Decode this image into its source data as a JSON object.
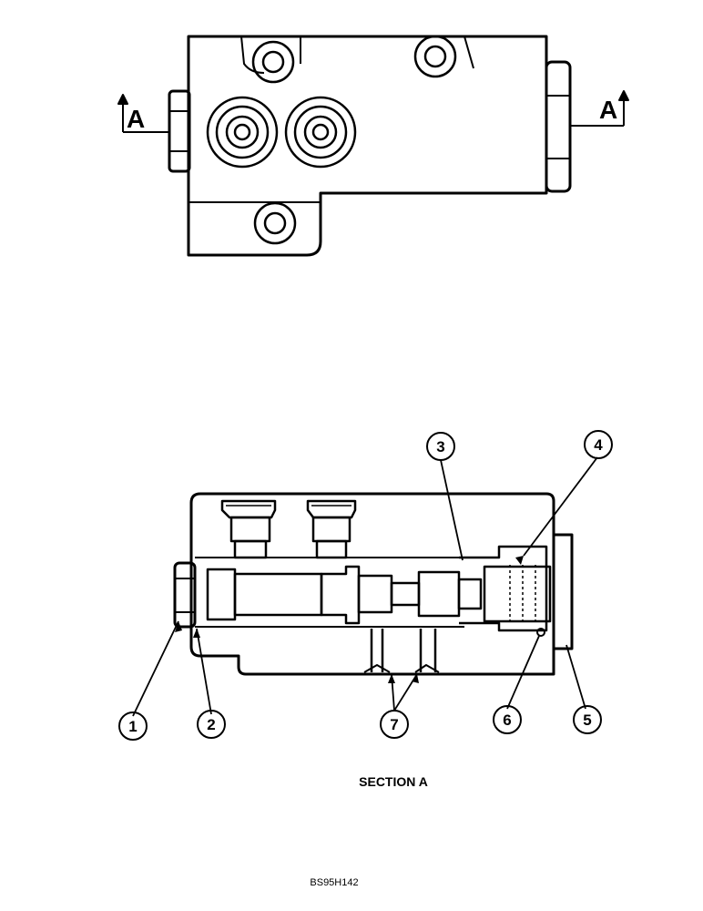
{
  "top_view": {
    "section_mark_left": "A",
    "section_mark_right": "A"
  },
  "callouts": [
    "1",
    "2",
    "3",
    "4",
    "5",
    "6",
    "7"
  ],
  "section_caption": "SECTION A",
  "figure_code": "BS95H142"
}
